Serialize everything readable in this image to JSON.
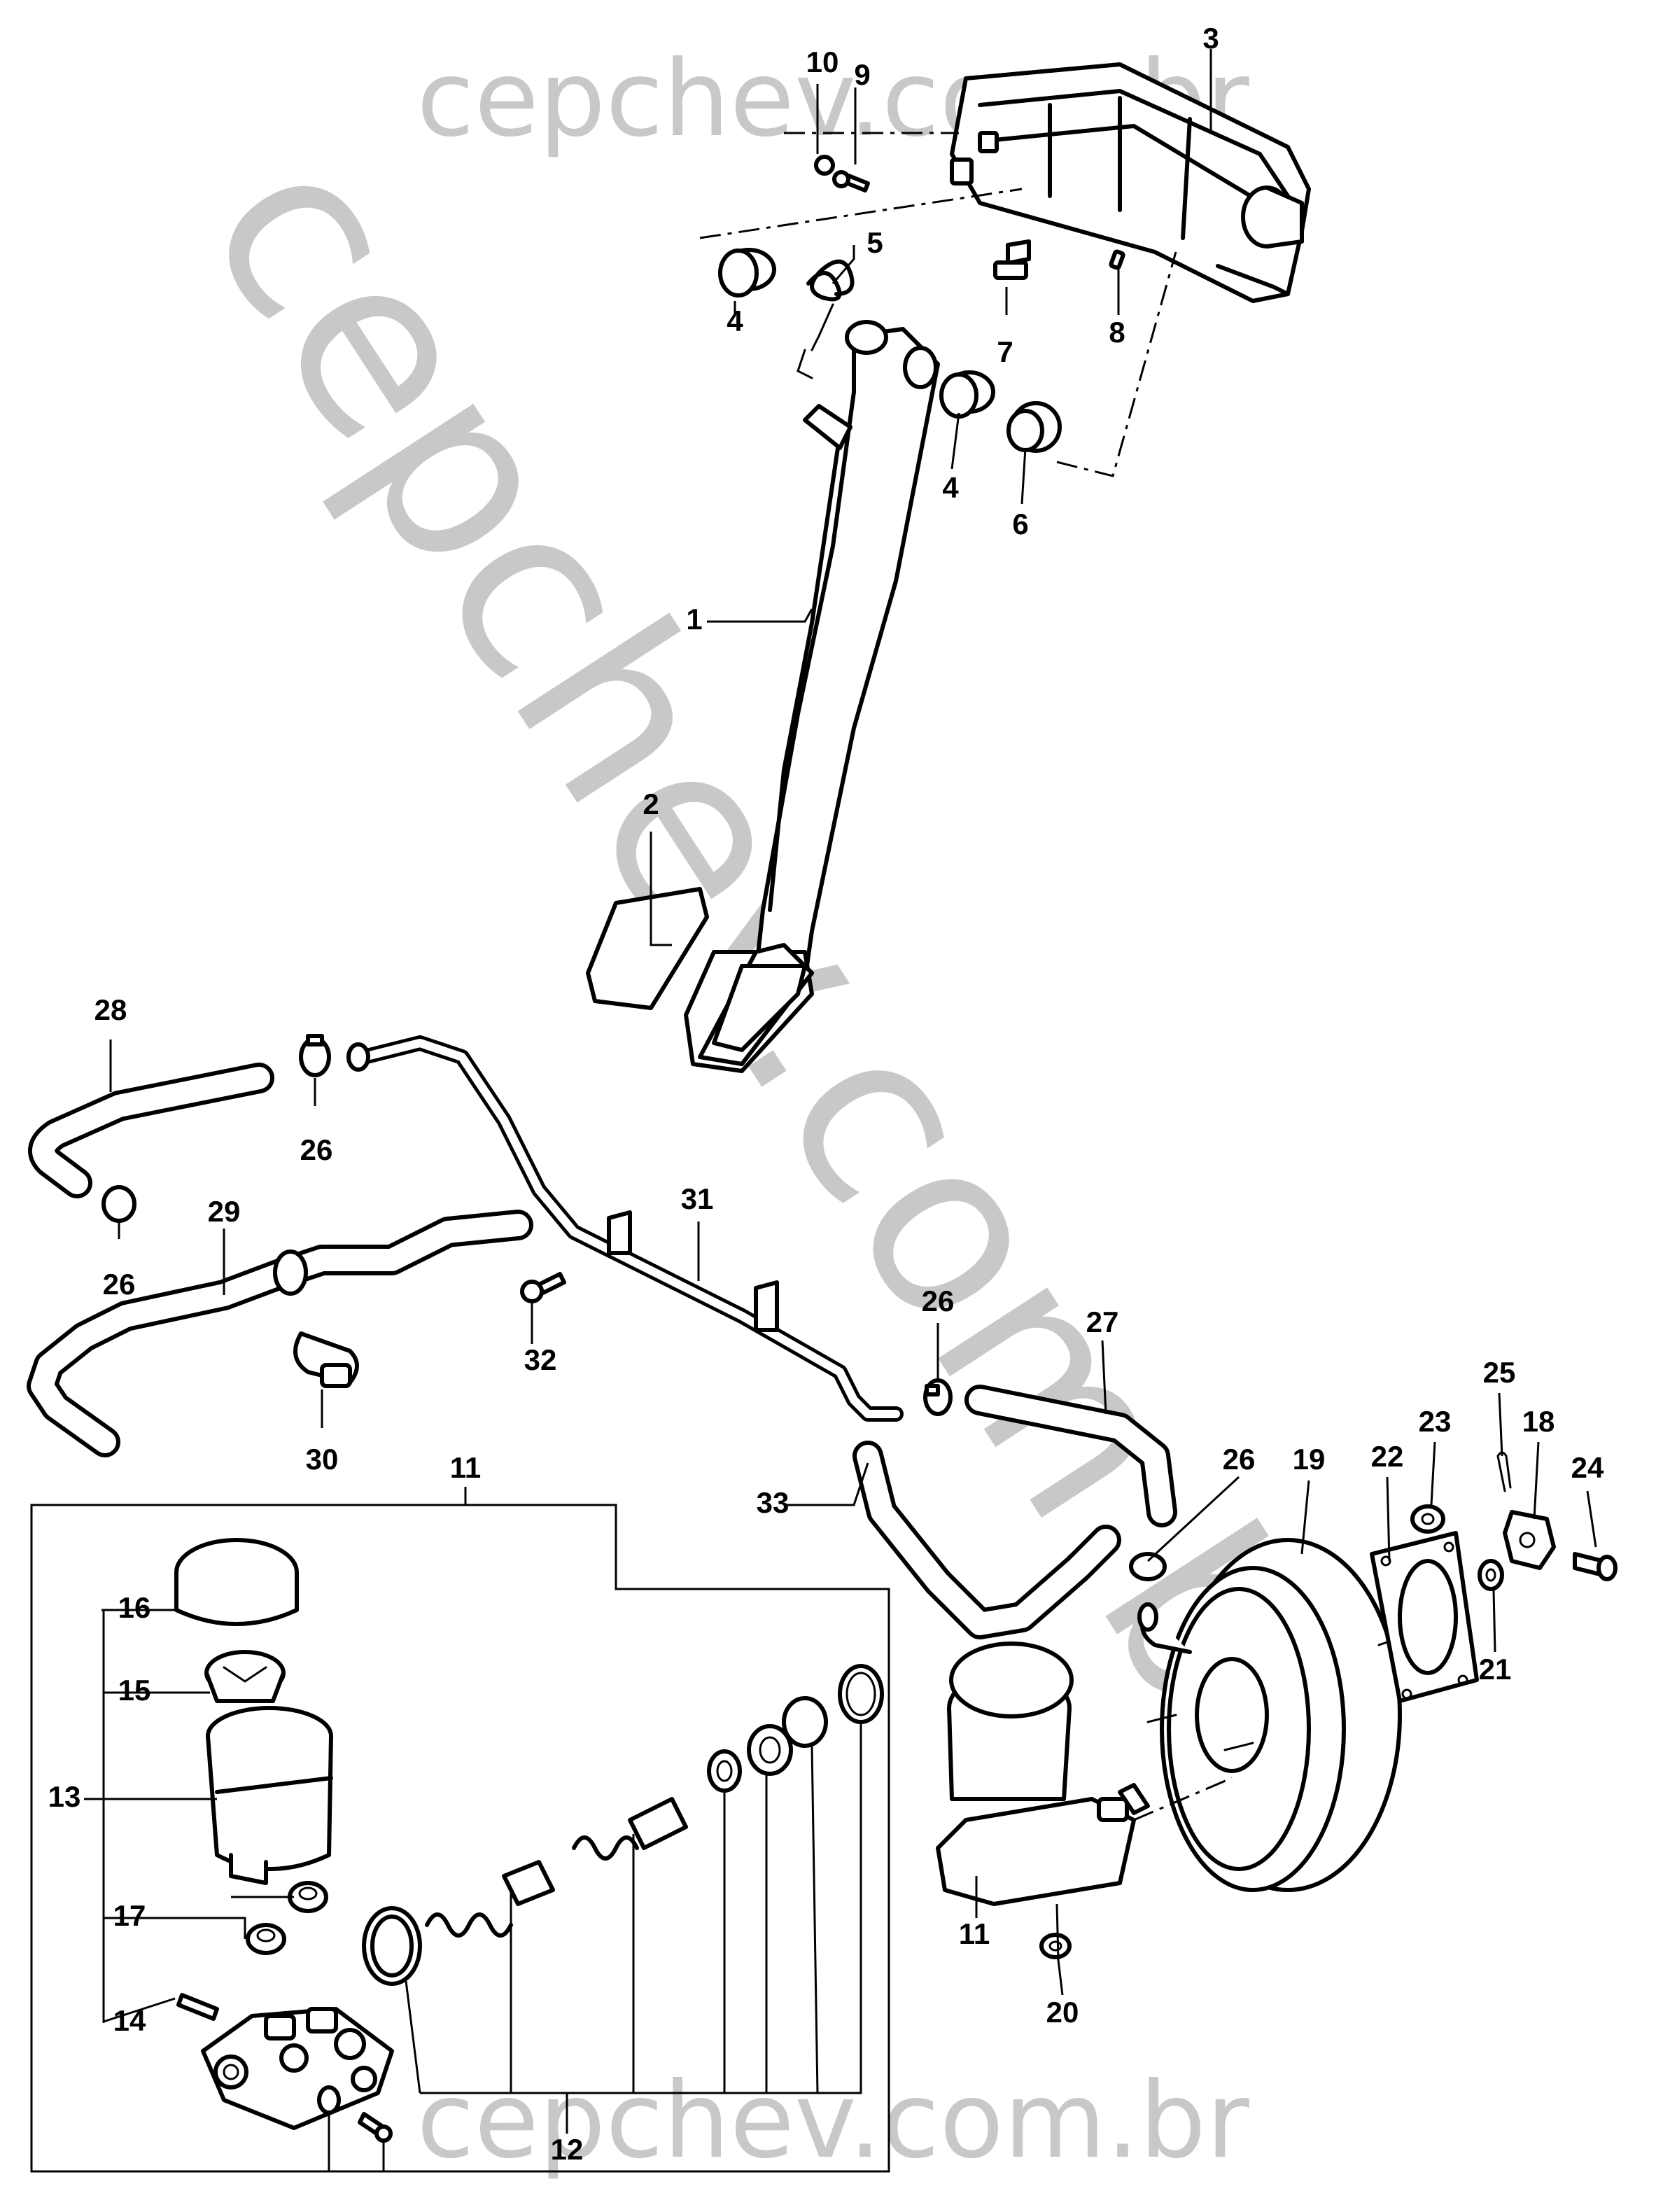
{
  "watermark": {
    "top": "cepchev.com.br",
    "bottom": "cepchev.com.br",
    "diagonal": "cepchev.com.br"
  },
  "callouts": [
    "1",
    "2",
    "3",
    "4",
    "5",
    "6",
    "7",
    "8",
    "9",
    "10",
    "11",
    "12",
    "13",
    "14",
    "15",
    "16",
    "17",
    "18",
    "19",
    "20",
    "21",
    "22",
    "23",
    "24",
    "25",
    "26",
    "27",
    "28",
    "29",
    "30",
    "31",
    "32",
    "33"
  ],
  "labels": {
    "n1": "1",
    "n2": "2",
    "n3": "3",
    "n4a": "4",
    "n4b": "4",
    "n5": "5",
    "n6": "6",
    "n7": "7",
    "n8": "8",
    "n9": "9",
    "n10": "10",
    "n11a": "11",
    "n11b": "11",
    "n12": "12",
    "n13": "13",
    "n14": "14",
    "n15": "15",
    "n16": "16",
    "n17": "17",
    "n18": "18",
    "n19": "19",
    "n20": "20",
    "n21": "21",
    "n22": "22",
    "n23": "23",
    "n24": "24",
    "n25": "25",
    "n26a": "26",
    "n26b": "26",
    "n26c": "26",
    "n26d": "26",
    "n27": "27",
    "n28": "28",
    "n29": "29",
    "n30": "30",
    "n31": "31",
    "n32": "32",
    "n33": "33"
  }
}
